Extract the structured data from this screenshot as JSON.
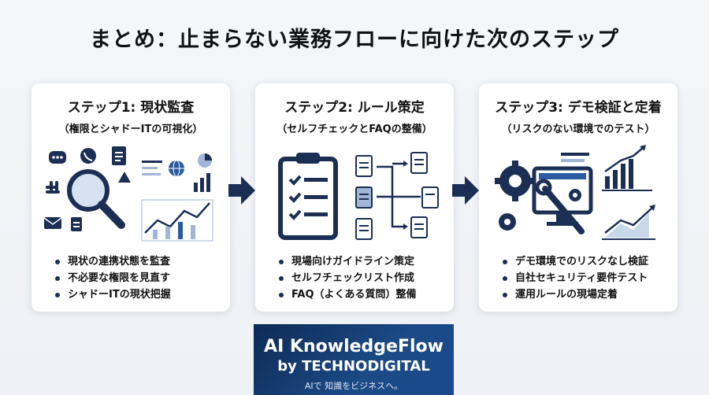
{
  "title": "まとめ：止まらない業務フローに向けた次のステップ",
  "steps": [
    {
      "heading": "ステップ1: 現状監査",
      "subheading": "（権限とシャドーITの可視化）",
      "bullets": [
        "現状の連携状態を監査",
        "不必要な権限を見直す",
        "シャドーITの現状把握"
      ],
      "icons": [
        "chat-icon",
        "phone-icon",
        "document-icon",
        "magnifier-icon",
        "slack-icon",
        "drive-icon",
        "mail-icon",
        "file-icon",
        "globe-icon",
        "pie-chart-icon",
        "line-chart-icon"
      ]
    },
    {
      "heading": "ステップ2: ルール策定",
      "subheading": "（セルフチェックとFAQの整備）",
      "bullets": [
        "現場向けガイドライン策定",
        "セルフチェックリスト作成",
        "FAQ（よくある質問）整備"
      ],
      "icons": [
        "clipboard-checklist-icon",
        "document-flow-icon"
      ]
    },
    {
      "heading": "ステップ3: デモ検証と定着",
      "subheading": "（リスクのない環境でのテスト）",
      "bullets": [
        "デモ環境でのリスクなし検証",
        "自社セキュリティ要件テスト",
        "運用ルールの現場定着"
      ],
      "icons": [
        "gear-icon",
        "monitor-wrench-icon",
        "bar-chart-icon",
        "trend-chart-icon"
      ]
    }
  ],
  "logo": {
    "line1": "AI KnowledgeFlow",
    "line2": "by TECHNODIGITAL",
    "tagline": "AIで 知識をビジネスへ。"
  },
  "colors": {
    "navy": "#1b2f55",
    "blue": "#2c5aa0",
    "light": "#9fb6d8"
  }
}
